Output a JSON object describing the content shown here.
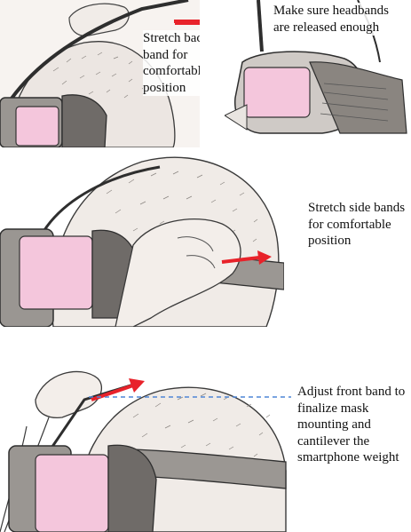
{
  "steps": [
    {
      "caption": "Stretch back band for comfortable position"
    },
    {
      "caption": "Make sure headbands are released enough"
    },
    {
      "caption": "Stretch side bands for comfortable position"
    },
    {
      "caption": "Adjust front band to finalize mask mounting and cantilever the smartphone weight"
    }
  ],
  "colors": {
    "arrow": "#e8222a",
    "dashed_line": "#4f86d6",
    "mask_pink": "#f4c6dc",
    "sketch_line": "#3a3a3a"
  }
}
